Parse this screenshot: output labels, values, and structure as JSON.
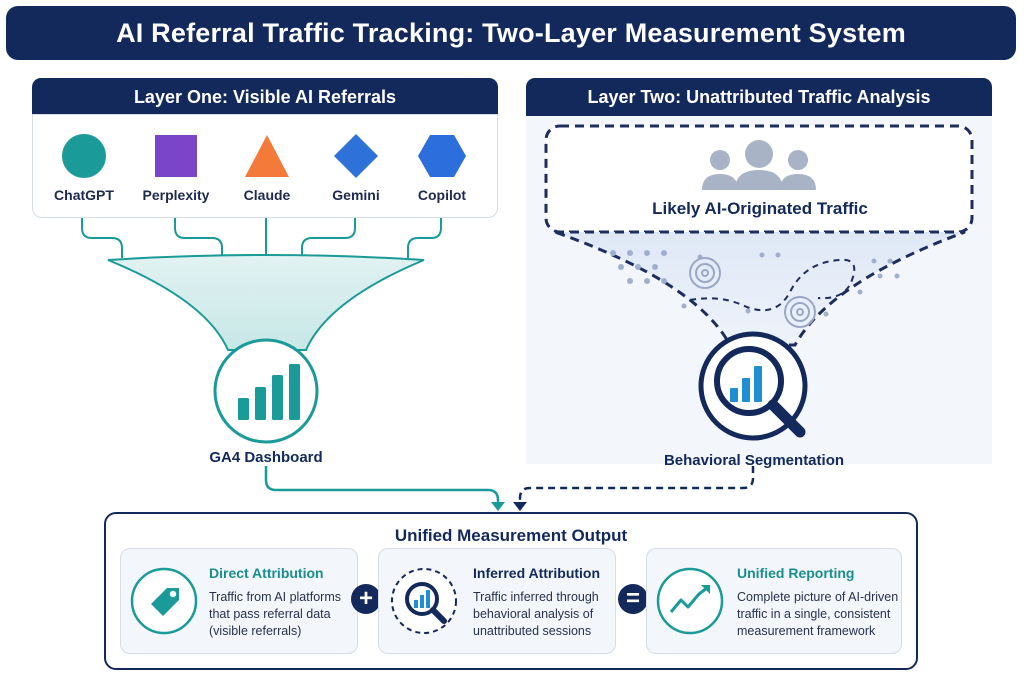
{
  "title": "AI Referral Traffic Tracking: Two-Layer Measurement System",
  "layer_one": {
    "header": "Layer One: Visible AI Referrals",
    "platforms": [
      {
        "label": "ChatGPT",
        "shape": "circle",
        "color": "#1a9a98"
      },
      {
        "label": "Perplexity",
        "shape": "square",
        "color": "#7b45c9"
      },
      {
        "label": "Claude",
        "shape": "triangle",
        "color": "#f47a3a"
      },
      {
        "label": "Gemini",
        "shape": "diamond",
        "color": "#2e71d8"
      },
      {
        "label": "Copilot",
        "shape": "hexagon",
        "color": "#2c6fdc"
      }
    ],
    "dashboard_label": "GA4 Dashboard"
  },
  "layer_two": {
    "header": "Layer Two: Unattributed Traffic Analysis",
    "traffic_label": "Likely AI-Originated Traffic",
    "segmentation_label": "Behavioral Segmentation"
  },
  "output": {
    "title": "Unified Measurement Output",
    "cards": [
      {
        "title": "Direct Attribution",
        "desc": [
          "Traffic from AI platforms",
          "that pass referral data",
          "(visible referrals)"
        ]
      },
      {
        "title": "Inferred Attribution",
        "desc": [
          "Traffic inferred through",
          "behavioral analysis of",
          "unattributed sessions"
        ]
      },
      {
        "title": "Unified Reporting",
        "desc": [
          "Complete picture of AI-driven",
          "traffic in a single, consistent",
          "measurement framework"
        ]
      }
    ],
    "plus": "+",
    "equals": "="
  },
  "colors": {
    "navy": "#13295b",
    "teal": "#1a9a98",
    "card_blue_title": "#13295b",
    "teal_title": "#1a8e8c"
  }
}
